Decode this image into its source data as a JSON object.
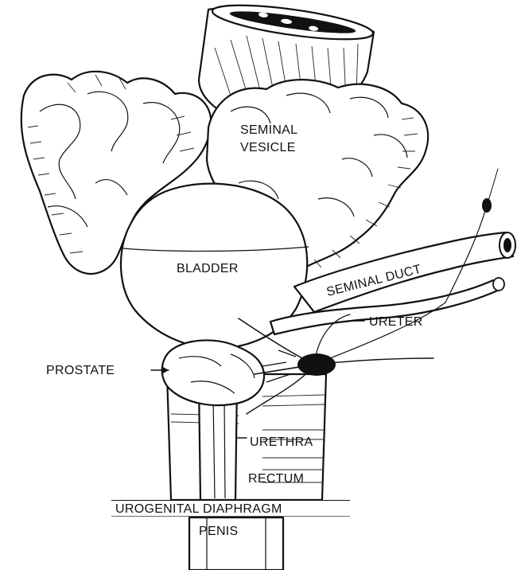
{
  "labels": {
    "seminal_vesicle_line1": "SEMINAL",
    "seminal_vesicle_line2": "VESICLE",
    "bladder": "BLADDER",
    "seminal_duct": "SEMINAL DUCT",
    "ureter": "URETER",
    "prostate": "PROSTATE",
    "urethra": "URETHRA",
    "rectum": "RECTUM",
    "urogenital_diaphragm": "UROGENITAL DIAPHRAGM",
    "penis": "PENIS"
  },
  "colors": {
    "ink": "#111111",
    "paper": "#ffffff"
  }
}
